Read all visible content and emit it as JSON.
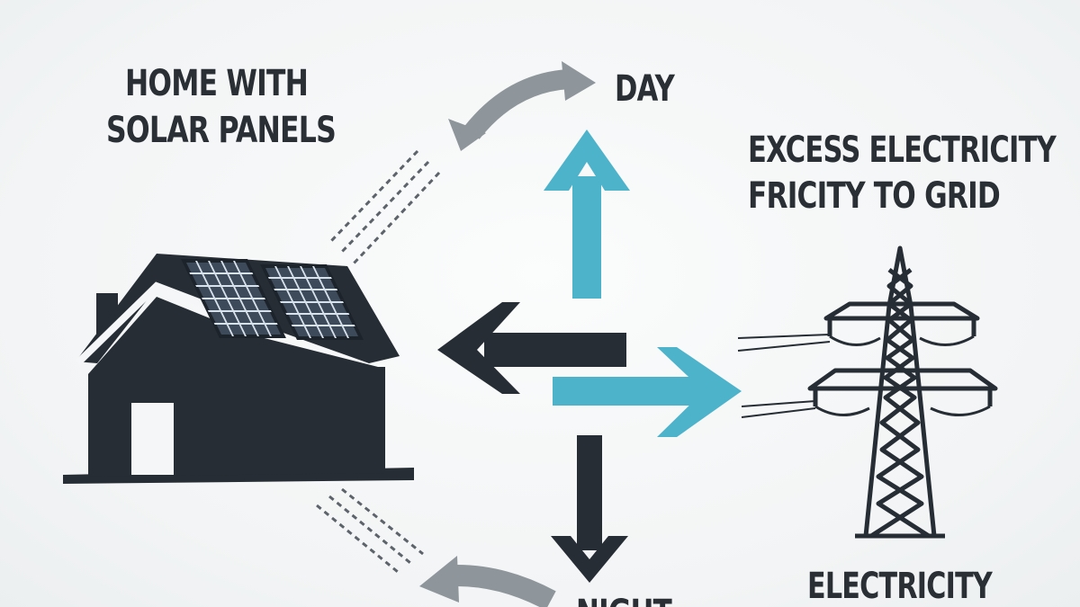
{
  "labels": {
    "home_line1": "HOME WITH",
    "home_line2": "SOLAR PANELS",
    "day": "DAY",
    "excess_line1": "EXCESS ELECTRICITY",
    "excess_line2": "FRICITY TO GRID",
    "electricity": "ELECTRICITY",
    "night": "NIGHT"
  },
  "colors": {
    "dark": "#262d35",
    "cyan": "#4db3cb",
    "gray": "#8e959b"
  },
  "icons": [
    "house-icon",
    "solar-panel-icon",
    "transmission-tower-icon",
    "sunlight-rays-icon"
  ]
}
